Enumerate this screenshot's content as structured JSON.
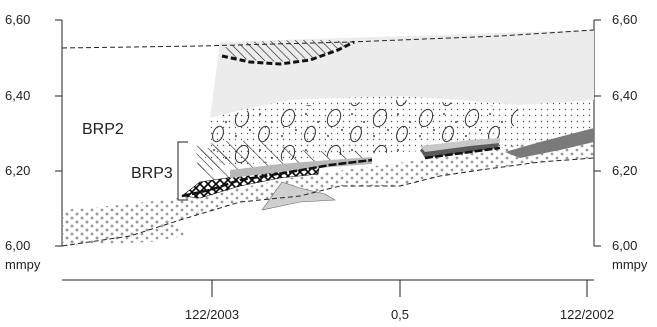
{
  "left_axis": {
    "ticks": [
      "6,60",
      "6,40",
      "6,20",
      "6,00"
    ],
    "unit": "mmpy"
  },
  "right_axis": {
    "ticks": [
      "6,60",
      "6,40",
      "6,20",
      "6,00"
    ],
    "unit": "mmpy"
  },
  "bottom_axis": {
    "labels": [
      "122/2003",
      "0,5",
      "122/2002"
    ]
  },
  "layers": {
    "upper_label": "BRP2",
    "lower_label": "BRP3"
  }
}
